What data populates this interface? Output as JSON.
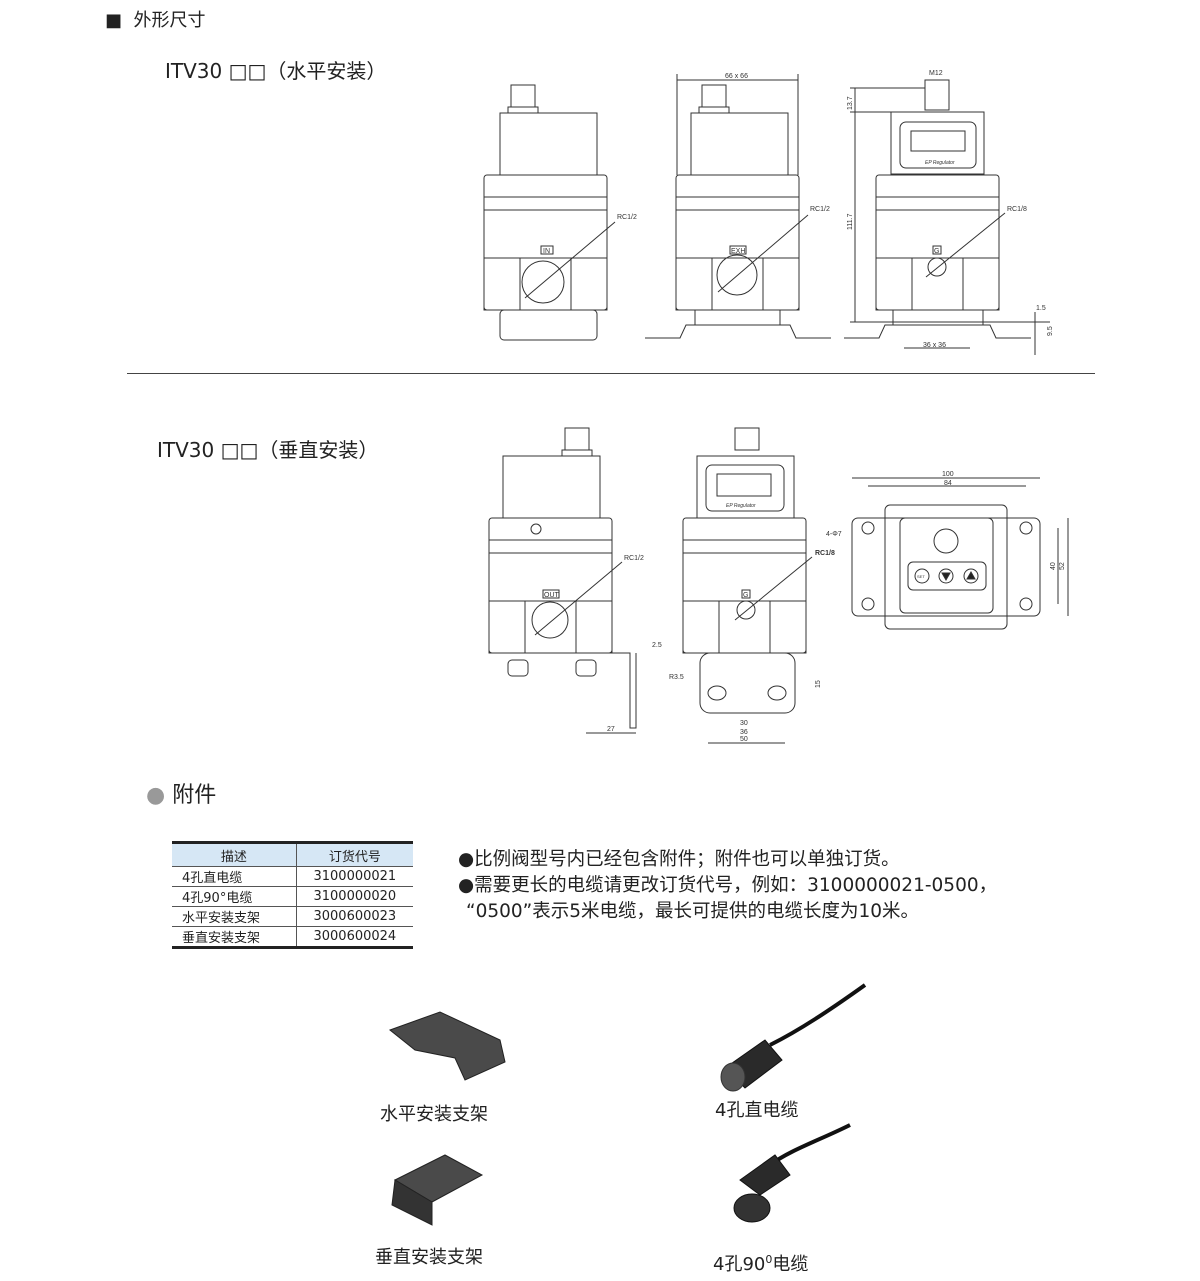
{
  "section_title": "外形尺寸",
  "horizontal": {
    "title": "ITV30 □□（水平安装）",
    "labels": {
      "width": "66 x 66",
      "m12": "M12",
      "h1": "13.7",
      "h2": "111.7",
      "rc12a": "RC1/2",
      "rc12b": "RC1/2",
      "rc18": "RC1/8",
      "in": "IN",
      "exh": "EXH",
      "g": "G",
      "ep": "EP Regulator",
      "d15": "1.5",
      "d95": "9.5",
      "d36": "36 x 36"
    }
  },
  "vertical": {
    "title": "ITV30 □□（垂直安装）",
    "labels": {
      "rc12": "RC1/2",
      "rc18": "RC1/8",
      "out": "OUT",
      "g": "G",
      "ep": "EP Regulator",
      "d25": "2.5",
      "d27": "27",
      "r35": "R3.5",
      "d15": "15",
      "d30": "30",
      "d36": "36",
      "d50": "50",
      "d100": "100",
      "d84": "84",
      "hole": "4-Φ7",
      "d40": "40",
      "d52": "52",
      "set": "SET"
    }
  },
  "accessories": {
    "title": "附件",
    "table": {
      "headers": [
        "描述",
        "订货代号"
      ],
      "rows": [
        [
          "4孔直电缆",
          "3100000021"
        ],
        [
          "4孔90°电缆",
          "3100000020"
        ],
        [
          "水平安装支架",
          "3000600023"
        ],
        [
          "垂直安装支架",
          "3000600024"
        ]
      ]
    },
    "notes": [
      "●比例阀型号内已经包含附件；附件也可以单独订货。",
      "●需要更长的电缆请更改订货代号，例如：3100000021-0500，",
      "“0500”表示5米电缆，最长可提供的电缆长度为10米。"
    ],
    "photos": {
      "h_bracket": "水平安装支架",
      "straight_cable": "4孔直电缆",
      "v_bracket": "垂直安装支架",
      "angle_cable_a": "4孔90",
      "angle_cable_sup": "0",
      "angle_cable_b": "电缆"
    }
  }
}
